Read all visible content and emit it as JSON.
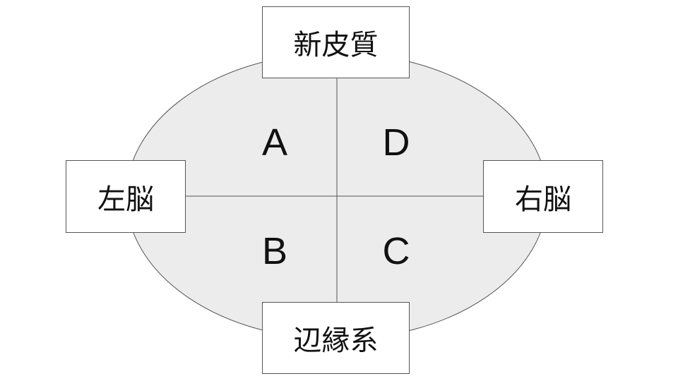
{
  "diagram": {
    "colors": {
      "ellipse_fill": "#ececec",
      "ellipse_stroke": "#555555",
      "divider": "#555555",
      "box_fill": "#ffffff",
      "box_border": "#555555",
      "text": "#111111"
    },
    "quadrants": {
      "top_left": "A",
      "bottom_left": "B",
      "bottom_right": "C",
      "top_right": "D"
    },
    "labels": {
      "top": "新皮質",
      "bottom": "辺縁系",
      "left": "左脳",
      "right": "右脳"
    }
  }
}
